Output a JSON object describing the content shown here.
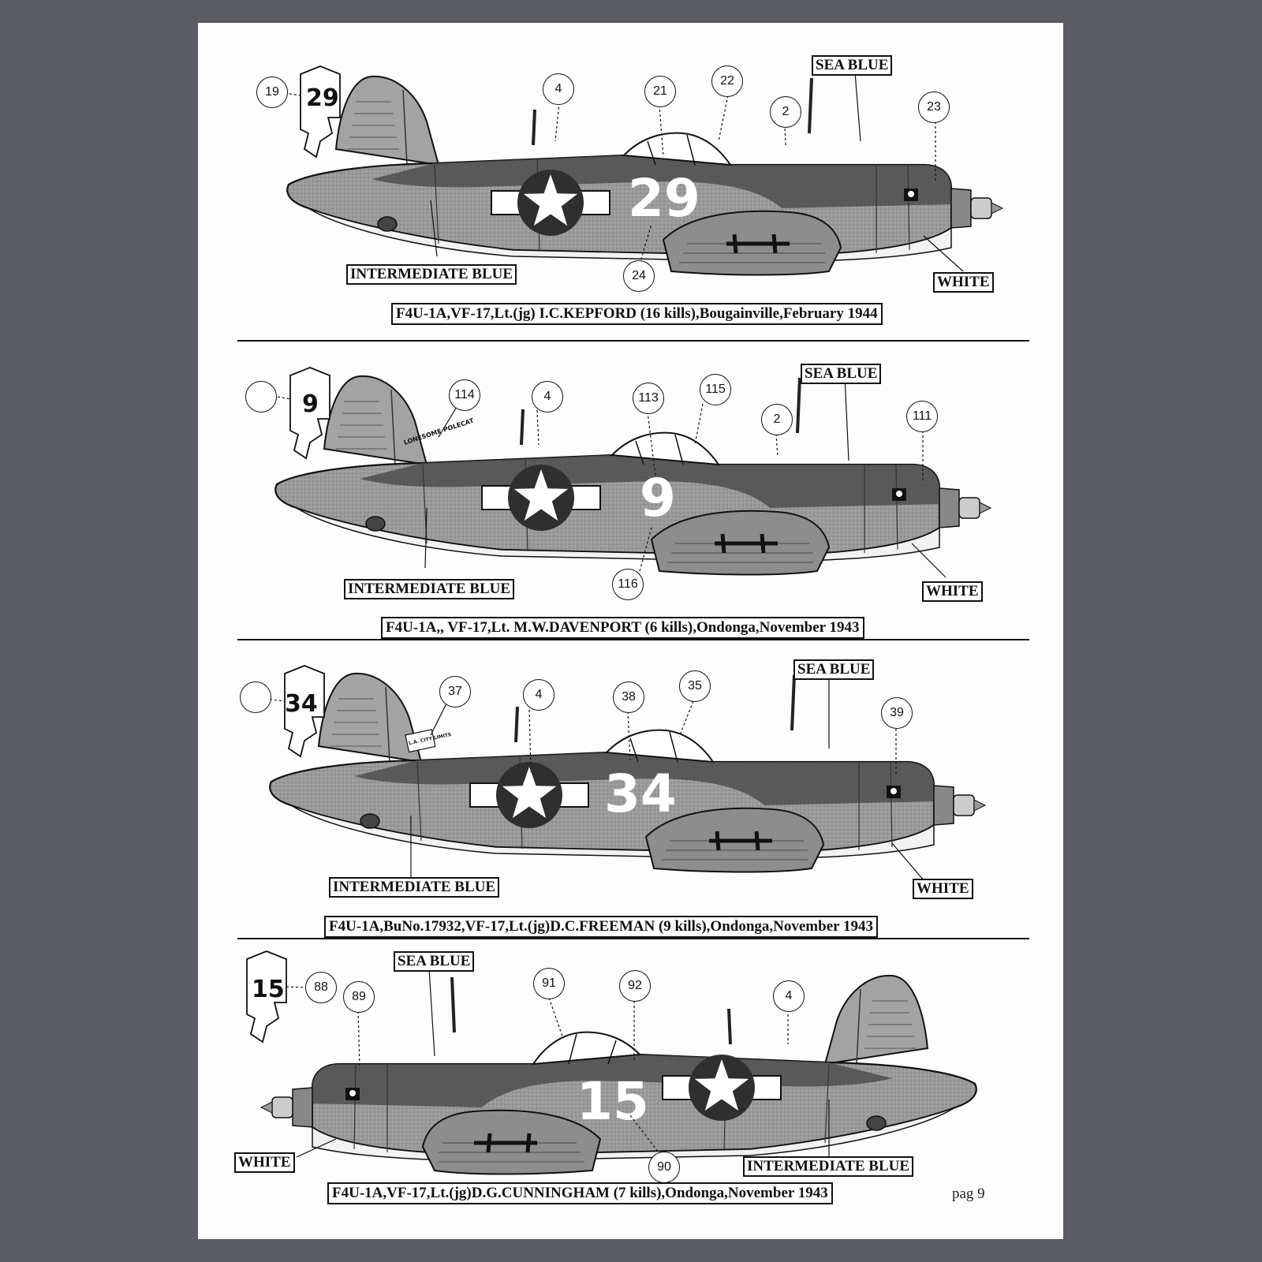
{
  "page_number": "pag 9",
  "profiles": [
    {
      "caption": "F4U-1A,VF-17,Lt.(jg) I.C.KEPFORD (16 kills),Bougainville,February 1944",
      "fin_code": "29",
      "fuselage_number": "29",
      "nose_art": "",
      "fin_callout": "19",
      "callouts": [
        "4",
        "21",
        "22",
        "2",
        "23",
        "24"
      ],
      "colors": {
        "upper": "SEA BLUE",
        "side": "INTERMEDIATE BLUE",
        "lower": "WHITE"
      }
    },
    {
      "caption": "F4U-1A,, VF-17,Lt. M.W.DAVENPORT (6 kills),Ondonga,November 1943",
      "fin_code": "9",
      "fuselage_number": "9",
      "nose_art": "LONESOME POLECAT",
      "fin_callout": "",
      "callouts": [
        "114",
        "4",
        "113",
        "115",
        "2",
        "111",
        "116"
      ],
      "colors": {
        "upper": "SEA BLUE",
        "side": "INTERMEDIATE BLUE",
        "lower": "WHITE"
      }
    },
    {
      "caption": "F4U-1A,BuNo.17932,VF-17,Lt.(jg)D.C.FREEMAN (9 kills),Ondonga,November 1943",
      "fin_code": "34",
      "fuselage_number": "34",
      "nose_art": "L.A. CITY LIMITS",
      "fin_callout": "",
      "callouts": [
        "37",
        "4",
        "38",
        "35",
        "39"
      ],
      "colors": {
        "upper": "SEA BLUE",
        "side": "INTERMEDIATE BLUE",
        "lower": "WHITE"
      }
    },
    {
      "caption": "F4U-1A,VF-17,Lt.(jg)D.G.CUNNINGHAM (7 kills),Ondonga,November 1943",
      "fin_code": "15",
      "fuselage_number": "15",
      "nose_art": "",
      "fin_callout": "88",
      "callouts": [
        "89",
        "91",
        "92",
        "4",
        "90"
      ],
      "colors": {
        "upper": "SEA BLUE",
        "side": "INTERMEDIATE BLUE",
        "lower": "WHITE"
      }
    }
  ]
}
